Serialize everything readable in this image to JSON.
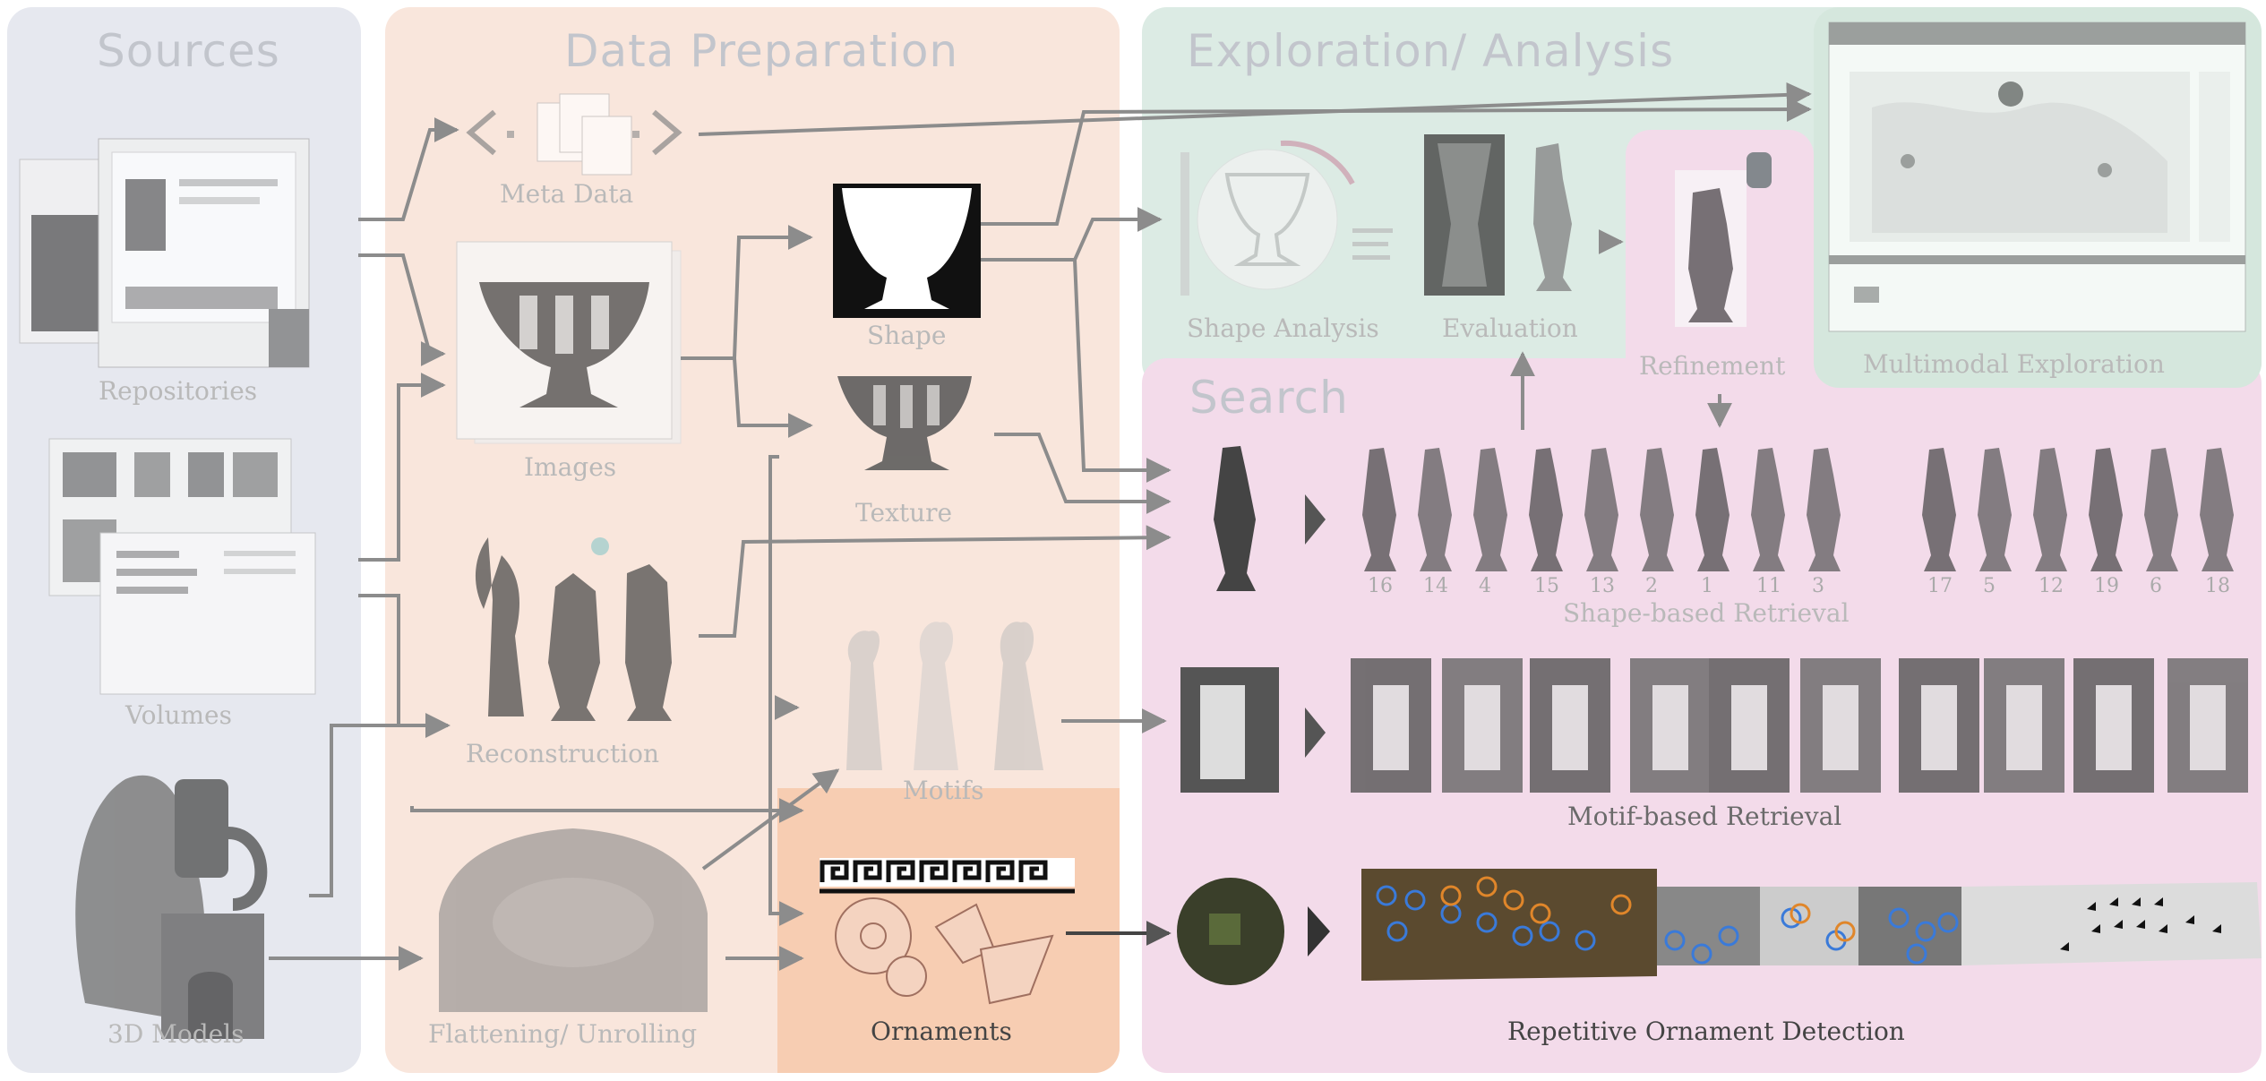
{
  "sections": {
    "sources": "Sources",
    "data_preparation": "Data Preparation",
    "exploration": "Exploration/ Analysis",
    "search": "Search"
  },
  "sources": {
    "repositories": "Repositories",
    "volumes": "Volumes",
    "models_3d": "3D Models"
  },
  "preparation": {
    "meta_data": "Meta Data",
    "images": "Images",
    "reconstruction": "Reconstruction",
    "flattening": "Flattening/ Unrolling",
    "shape": "Shape",
    "texture": "Texture",
    "motifs": "Motifs",
    "ornaments": "Ornaments"
  },
  "analysis": {
    "shape_analysis": "Shape Analysis",
    "evaluation": "Evaluation",
    "refinement": "Refinement",
    "multimodal": "Multimodal Exploration"
  },
  "search": {
    "shape_retrieval": "Shape-based Retrieval",
    "motif_retrieval": "Motif-based Retrieval",
    "ornament_detection": "Repetitive Ornament Detection",
    "rank_numbers": [
      "16",
      "14",
      "4",
      "15",
      "13",
      "2",
      "1",
      "11",
      "3",
      "17",
      "5",
      "12",
      "19",
      "6",
      "18"
    ]
  },
  "colors": {
    "sources_bg": "#e6e8ef",
    "prep_bg": "#f9e6dc",
    "ornament_bg": "#f7cdb2",
    "exploration_bg": "#dcebe4",
    "search_bg": "#f3dbea",
    "arrow": "#8c8c8c"
  }
}
